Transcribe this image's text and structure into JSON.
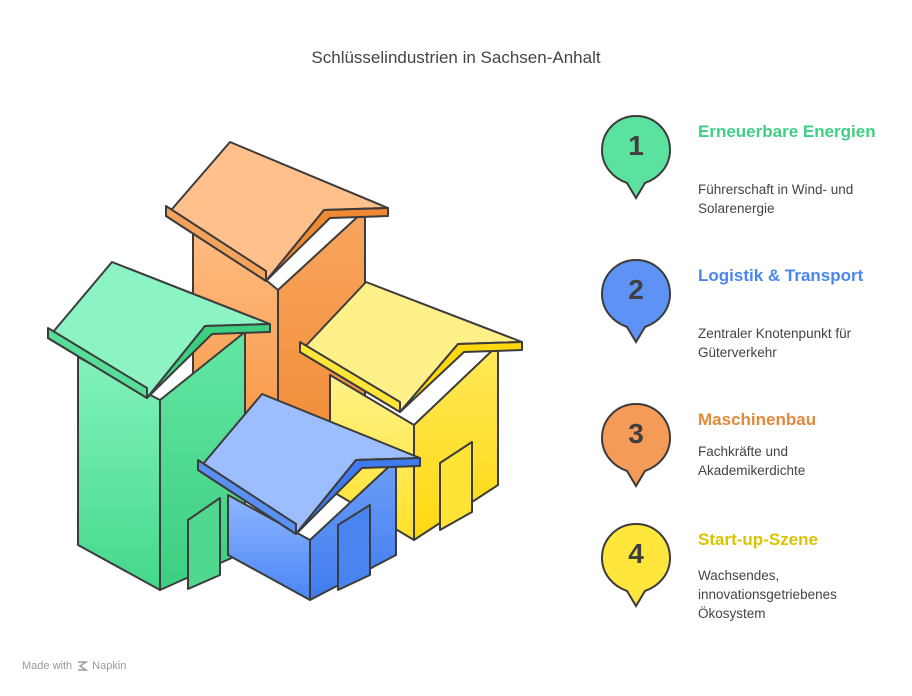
{
  "title": "Schlüsselindustrien in Sachsen-Anhalt",
  "colors": {
    "green": "#4fd98f",
    "blue": "#4a86f0",
    "orange": "#f49a52",
    "yellow": "#ffdf2e",
    "outline": "#3c3c3c"
  },
  "items": [
    {
      "number": "1",
      "title": "Erneuerbare Energien",
      "description": "Führerschaft in Wind- und Solarenergie",
      "color": "#4bd68c"
    },
    {
      "number": "2",
      "title": "Logistik & Transport",
      "description": "Zentraler Knotenpunkt für Güterverkehr",
      "color": "#4a86f0"
    },
    {
      "number": "3",
      "title": "Maschinenbau",
      "description": "Fachkräfte und Akademikerdichte",
      "color": "#e08a3c"
    },
    {
      "number": "4",
      "title": "Start-up-Szene",
      "description": "Wachsendes, innovationsgetriebenes Ökosystem",
      "color": "#d9c400"
    }
  ],
  "footer": {
    "made_with": "Made with",
    "brand": "Napkin"
  }
}
